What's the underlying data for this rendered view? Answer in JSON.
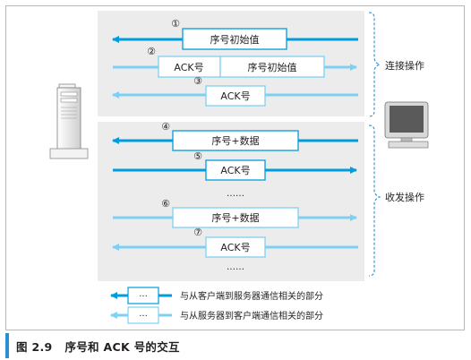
{
  "steps": {
    "s1": {
      "num": "①",
      "label": "序号初始值"
    },
    "s2": {
      "num": "②",
      "label_a": "ACK号",
      "label_b": "序号初始值"
    },
    "s3": {
      "num": "③",
      "label": "ACK号"
    },
    "s4": {
      "num": "④",
      "label": "序号+数据"
    },
    "s5": {
      "num": "⑤",
      "label": "ACK号"
    },
    "s6": {
      "num": "⑥",
      "label": "序号+数据"
    },
    "s7": {
      "num": "⑦",
      "label": "ACK号"
    }
  },
  "ellipsis": "……",
  "groups": {
    "connect": "连接操作",
    "transfer": "收发操作"
  },
  "legend": {
    "key_symbol": "···",
    "client_to_server": "与从客户端到服务器通信相关的部分",
    "server_to_client": "与从服务器到客户端通信相关的部分"
  },
  "caption": "图 2.9   序号和 ACK 号的交互",
  "colors": {
    "client_to_server": "#009ddc",
    "server_to_client": "#7ed0f2",
    "band": "#ececec",
    "caption_accent": "#2a8fd0"
  },
  "icons": {
    "server": "server-tower-icon",
    "client": "client-monitor-icon"
  }
}
